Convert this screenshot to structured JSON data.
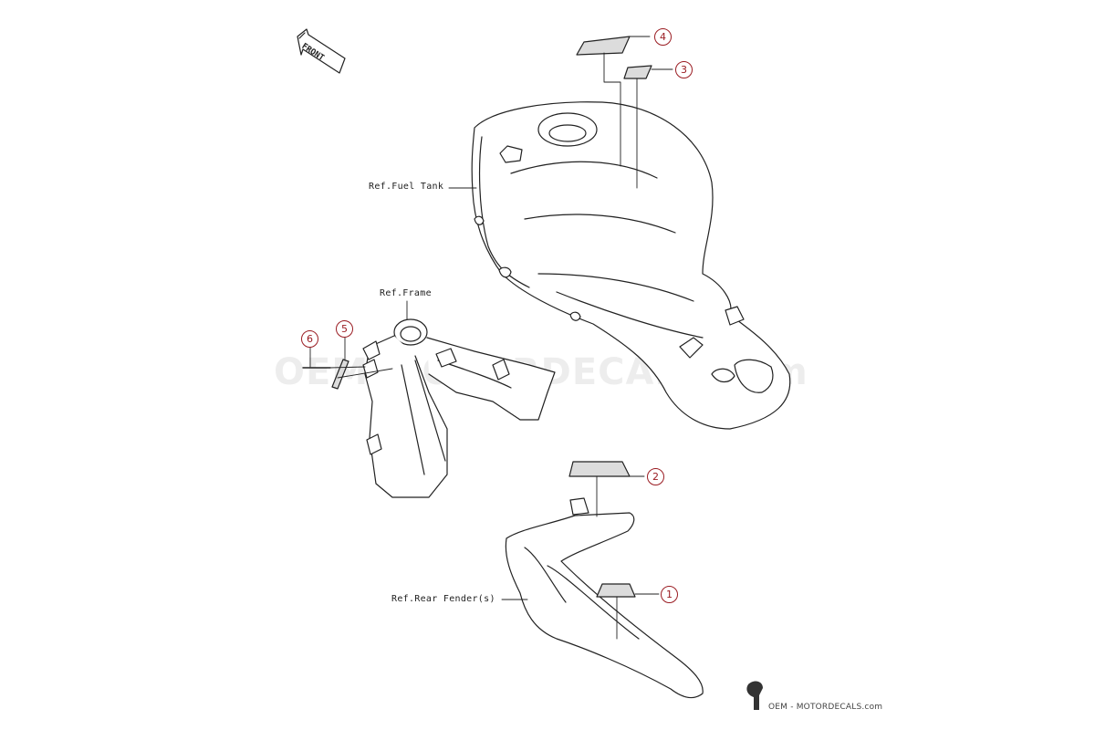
{
  "diagram": {
    "labels": {
      "fuel_tank": "Ref.Fuel Tank",
      "frame": "Ref.Frame",
      "rear_fender": "Ref.Rear Fender(s)"
    },
    "front_arrow": "FRONT",
    "callouts": [
      "1",
      "2",
      "3",
      "4",
      "5",
      "6"
    ],
    "watermark": "OEM-MOTORDECALS.com",
    "brand": "OEM - MOTORDECALS.com",
    "colors": {
      "callout": "#9a1c22",
      "line": "#222222",
      "decal_fill": "#dcdcdc"
    }
  }
}
